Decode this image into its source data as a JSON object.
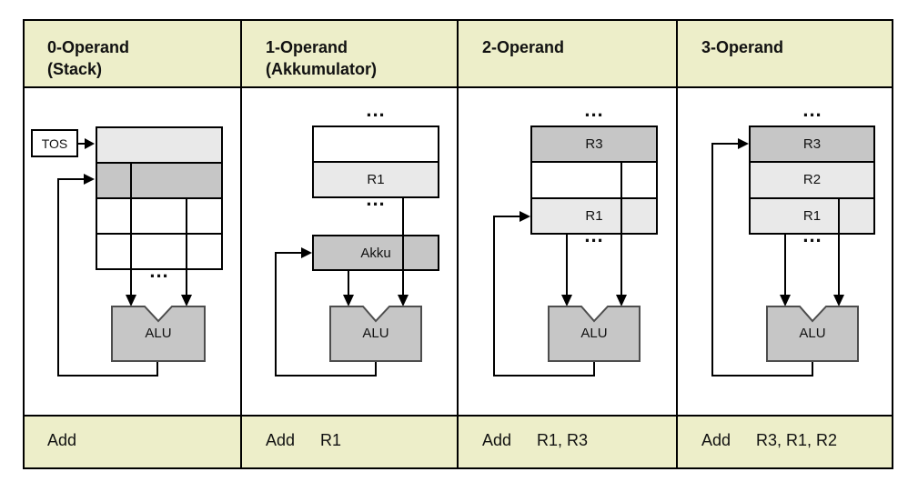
{
  "colors": {
    "header_bg": "#edeec9",
    "register_light": "#e9e9e9",
    "register_dark": "#c6c6c6",
    "alu_fill": "#c6c6c6",
    "border": "#000000",
    "line": "#000000"
  },
  "dots": "...",
  "columns": [
    {
      "header_line1": "0-Operand",
      "header_line2": "(Stack)",
      "tos_label": "TOS",
      "registers": [
        "",
        "",
        "",
        ""
      ],
      "alu_label": "ALU",
      "instruction": {
        "mnemonic": "Add",
        "operands": ""
      }
    },
    {
      "header_line1": "1-Operand",
      "header_line2": "(Akkumulator)",
      "registers": [
        "",
        "R1"
      ],
      "akku_label": "Akku",
      "alu_label": "ALU",
      "instruction": {
        "mnemonic": "Add",
        "operands": "R1"
      }
    },
    {
      "header_line1": "2-Operand",
      "header_line2": "",
      "registers": [
        "R3",
        "",
        "R1"
      ],
      "alu_label": "ALU",
      "instruction": {
        "mnemonic": "Add",
        "operands": "R1, R3"
      }
    },
    {
      "header_line1": "3-Operand",
      "header_line2": "",
      "registers": [
        "R3",
        "R2",
        "R1"
      ],
      "alu_label": "ALU",
      "instruction": {
        "mnemonic": "Add",
        "operands": "R3, R1, R2"
      }
    }
  ]
}
